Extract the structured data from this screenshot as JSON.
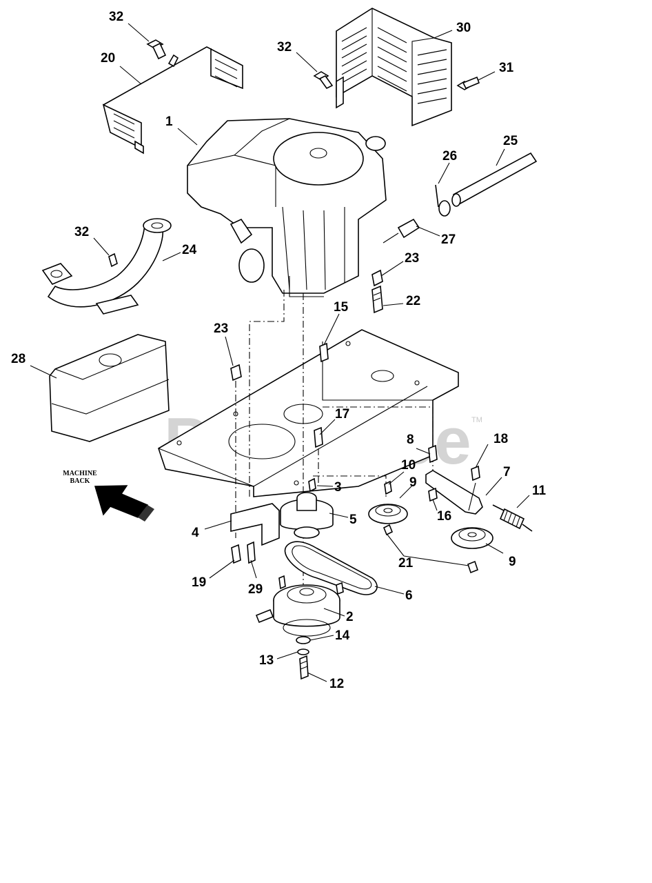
{
  "watermark": {
    "text": "PartsTree",
    "trademark": "TM"
  },
  "direction_label": {
    "line1": "MACHINE",
    "line2": "BACK"
  },
  "callouts": {
    "c1": "1",
    "c2": "2",
    "c3": "3",
    "c4": "4",
    "c5": "5",
    "c6": "6",
    "c7": "7",
    "c8": "8",
    "c9a": "9",
    "c9b": "9",
    "c10": "10",
    "c11": "11",
    "c12": "12",
    "c13": "13",
    "c14": "14",
    "c15": "15",
    "c16": "16",
    "c17": "17",
    "c18": "18",
    "c19": "19",
    "c20": "20",
    "c21": "21",
    "c22": "22",
    "c23a": "23",
    "c23b": "23",
    "c24": "24",
    "c25": "25",
    "c26": "26",
    "c27": "27",
    "c28": "28",
    "c29": "29",
    "c30": "30",
    "c31": "31",
    "c32a": "32",
    "c32b": "32",
    "c32c": "32"
  }
}
